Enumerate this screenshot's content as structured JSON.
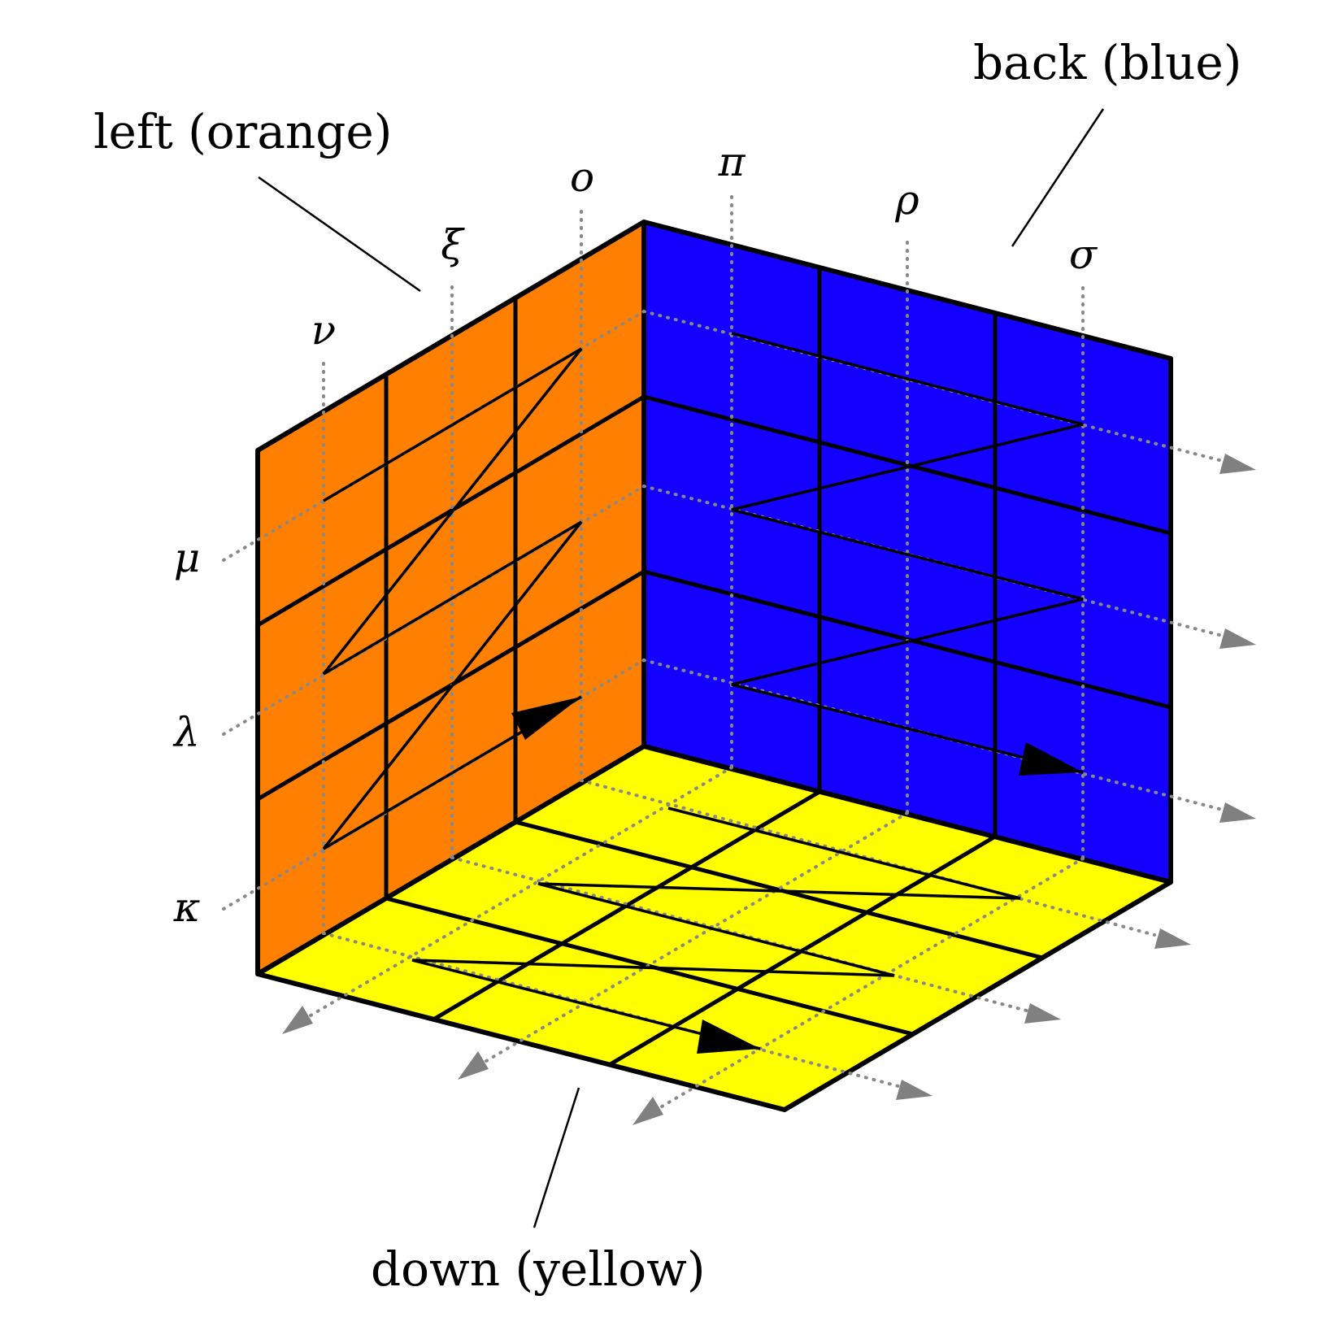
{
  "labels": {
    "left": "left (orange)",
    "back": "back (blue)",
    "down": "down (yellow)"
  },
  "greek": {
    "nu": "ν",
    "xi": "ξ",
    "omicron": "o",
    "pi": "π",
    "rho": "ρ",
    "sigma": "σ",
    "mu": "μ",
    "lambda": "λ",
    "kappa": "κ"
  },
  "colors": {
    "left_face": "#ff8000",
    "back_face": "#1400ff",
    "down_face": "#ffff00",
    "guide": "#808080"
  }
}
